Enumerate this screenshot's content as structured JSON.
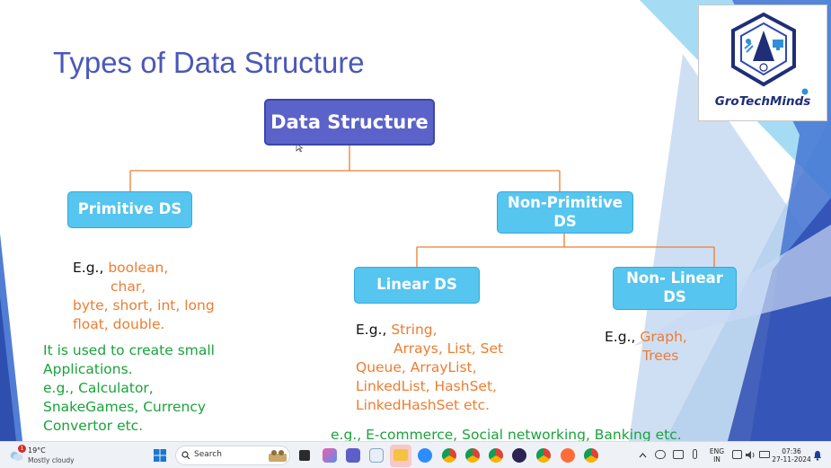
{
  "slide": {
    "title": "Types of Data Structure",
    "root": "Data Structure",
    "primitive": "Primitive DS",
    "non_primitive": [
      "Non-Primitive",
      "DS"
    ],
    "linear": "Linear  DS",
    "non_linear": [
      "Non- Linear",
      "DS"
    ],
    "primitive_examples": {
      "prefix": "E.g., ",
      "lines": [
        "boolean,",
        "char,",
        "byte, short, int, long",
        "float, double."
      ]
    },
    "primitive_usage": [
      "It is used to create small",
      "Applications.",
      "e.g., Calculator,",
      "SnakeGames, Currency",
      "Convertor etc."
    ],
    "linear_examples": {
      "prefix": "E.g., ",
      "lines": [
        "String,",
        "Arrays, List, Set",
        "Queue, ArrayList,",
        "LinkedList, HashSet,",
        "LinkedHashSet etc."
      ]
    },
    "non_linear_examples": {
      "prefix": "E.g., ",
      "lines": [
        "Graph,",
        "Trees"
      ]
    },
    "non_primitive_usage": "e.g., E-commerce, Social networking, Banking etc.",
    "logo_text": "GroTechMinds"
  },
  "colors": {
    "title": "#4a58b8",
    "root_box": "#5b62c9",
    "child_box": "#56c5ef",
    "connector": "#ed7d31",
    "example_text": "#ed7d31",
    "usage_text": "#1aa33b",
    "deco_blue": "#4472c4"
  },
  "taskbar": {
    "weather_badge": "1",
    "weather_temp": "19°C",
    "weather_desc": "Mostly cloudy",
    "search_placeholder": "Search",
    "lang_top": "ENG",
    "lang_bottom": "IN",
    "time": "07:36",
    "date": "27-11-2024",
    "icons": [
      "weather-icon",
      "windows-start-icon",
      "search-icon",
      "task-view-icon",
      "widgets-icon",
      "copilot-icon",
      "teams-icon",
      "snipping-tool-icon",
      "file-explorer-icon",
      "zoom-icon",
      "chrome-icon",
      "chrome-profile-icon",
      "chrome-icon",
      "chrome-profile-icon",
      "eclipse-icon",
      "postman-icon",
      "chrome-profile-icon"
    ]
  }
}
